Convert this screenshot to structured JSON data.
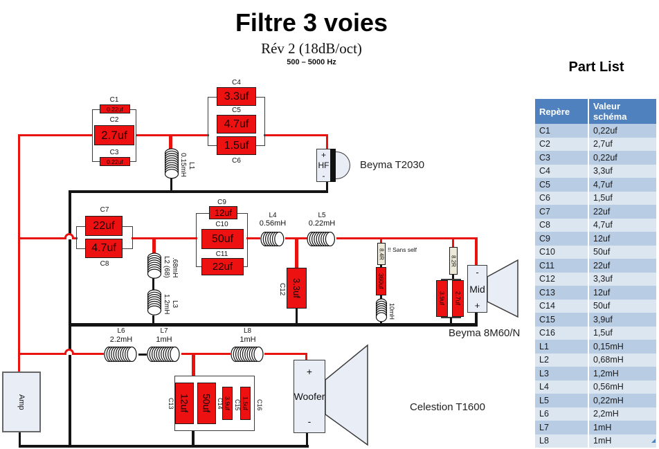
{
  "title": "Filtre 3 voies",
  "subtitle": "Rév 2 (18dB/oct)",
  "freq_range": "500 – 5000 Hz",
  "annotation": "!! Sans self",
  "part_list": {
    "title": "Part List",
    "headers": [
      "Repère",
      "Valeur schéma"
    ],
    "rows": [
      [
        "C1",
        "0,22uf"
      ],
      [
        "C2",
        "2,7uf"
      ],
      [
        "C3",
        "0,22uf"
      ],
      [
        "C4",
        "3,3uf"
      ],
      [
        "C5",
        "4,7uf"
      ],
      [
        "C6",
        "1,5uf"
      ],
      [
        "C7",
        "22uf"
      ],
      [
        "C8",
        "4,7uf"
      ],
      [
        "C9",
        "12uf"
      ],
      [
        "C10",
        "50uf"
      ],
      [
        "C11",
        "22uf"
      ],
      [
        "C12",
        "3,3uf"
      ],
      [
        "C13",
        "12uf"
      ],
      [
        "C14",
        "50uf"
      ],
      [
        "C15",
        "3,9uf"
      ],
      [
        "C16",
        "1,5uf"
      ],
      [
        "L1",
        "0,15mH"
      ],
      [
        "L2",
        "0,68mH"
      ],
      [
        "L3",
        "1,2mH"
      ],
      [
        "L4",
        "0,56mH"
      ],
      [
        "L5",
        "0,22mH"
      ],
      [
        "L6",
        "2,2mH"
      ],
      [
        "L7",
        "1mH"
      ],
      [
        "L8",
        "1mH"
      ]
    ]
  },
  "components": {
    "c1": {
      "ref": "C1",
      "value": "0.22uf"
    },
    "c2": {
      "ref": "C2",
      "value": "2.7uf"
    },
    "c3": {
      "ref": "C3",
      "value": "0.22uf"
    },
    "c4": {
      "ref": "C4",
      "value": "3.3uf"
    },
    "c5": {
      "ref": "C5",
      "value": "4.7uf"
    },
    "c6": {
      "ref": "C6",
      "value": "1.5uf"
    },
    "c7": {
      "ref": "C7",
      "value": "22uf"
    },
    "c8": {
      "ref": "C8",
      "value": "4.7uf"
    },
    "c9": {
      "ref": "C9",
      "value": "12uf"
    },
    "c10": {
      "ref": "C10",
      "value": "50uf"
    },
    "c11": {
      "ref": "C11",
      "value": "22uf"
    },
    "c12": {
      "ref": "C12",
      "value": "3.3uf"
    },
    "c13": {
      "ref": "C13",
      "value": "12uf"
    },
    "c14": {
      "ref": "C14",
      "value": "50uf"
    },
    "c15": {
      "ref": "C15",
      "value": "3.9uf"
    },
    "c16": {
      "ref": "C16",
      "value": "1.5uf"
    },
    "l1": {
      "ref": "L1",
      "value": "0.15mH"
    },
    "l2": {
      "ref": "L2 (68)",
      "value": ".68mH"
    },
    "l3": {
      "ref": "L3",
      "value": "1.2mH"
    },
    "l4": {
      "ref": "L4",
      "value": "0.56mH"
    },
    "l5": {
      "ref": "L5",
      "value": "0.22mH"
    },
    "l6": {
      "ref": "L6",
      "value": "2.2mH"
    },
    "l7": {
      "ref": "L7",
      "value": "1mH"
    },
    "l8": {
      "ref": "L8",
      "value": "1mH"
    },
    "r84": {
      "value": "8.4R"
    },
    "r82": {
      "value": "8.2R"
    },
    "cap360": {
      "value": "360uf"
    },
    "coil10": {
      "value": "10mH"
    },
    "mid_cap_a": {
      "value": "3.9uf"
    },
    "mid_cap_b": {
      "value": "2.7uf"
    }
  },
  "drivers": {
    "amp": {
      "label": "Amp"
    },
    "hf": {
      "plus": "+",
      "label": "HF",
      "minus": "-",
      "model": "Beyma T2030"
    },
    "mid": {
      "minus": "-",
      "label": "Mid",
      "plus": "+",
      "model": "Beyma 8M60/N"
    },
    "woofer": {
      "plus": "+",
      "label": "Woofer",
      "minus": "-",
      "model": "Celestion T1600"
    }
  }
}
